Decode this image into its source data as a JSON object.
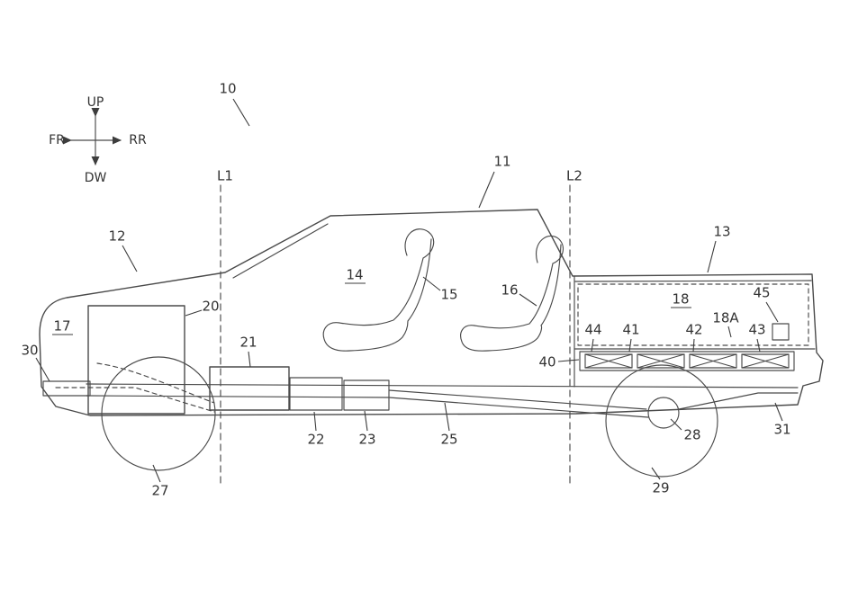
{
  "compass": {
    "up": "UP",
    "down": "DW",
    "front": "FR",
    "rear": "RR"
  },
  "section_lines": {
    "l1": "L1",
    "l2": "L2"
  },
  "ref_labels": {
    "n10": "10",
    "n11": "11",
    "n12": "12",
    "n13": "13",
    "n14": "14",
    "n15": "15",
    "n16": "16",
    "n17": "17",
    "n18": "18",
    "n18A": "18A",
    "n20": "20",
    "n21": "21",
    "n22": "22",
    "n23": "23",
    "n25": "25",
    "n27": "27",
    "n28": "28",
    "n29": "29",
    "n30": "30",
    "n31": "31",
    "n40": "40",
    "n41": "41",
    "n42": "42",
    "n43": "43",
    "n44": "44",
    "n45": "45"
  },
  "colors": {
    "line": "#4a4a4a",
    "text": "#333333",
    "background": "#ffffff"
  }
}
